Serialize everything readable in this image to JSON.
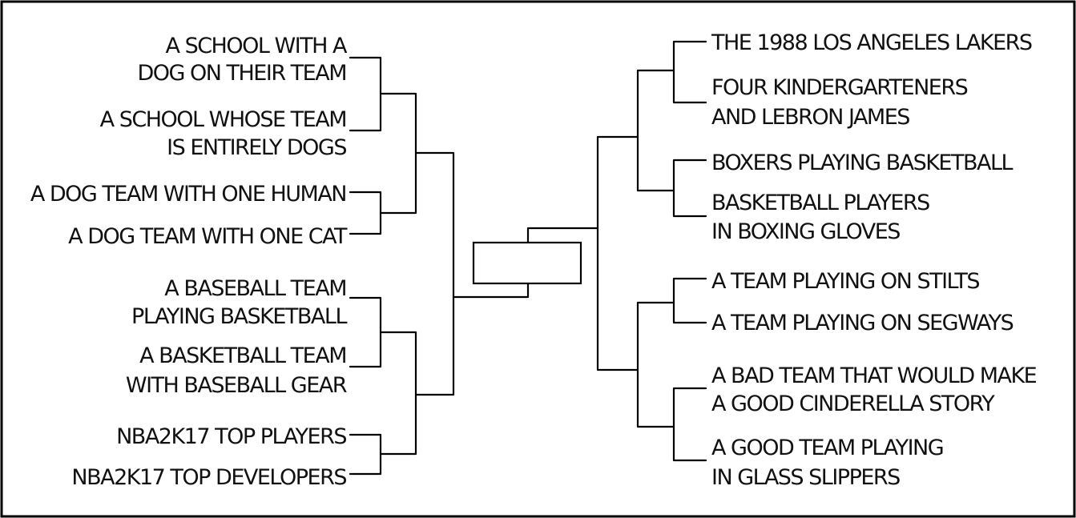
{
  "colors": {
    "ink": "#000000",
    "background": "#ffffff"
  },
  "bracket": {
    "left": [
      {
        "lines": [
          "A SCHOOL WITH A",
          "DOG ON THEIR TEAM"
        ]
      },
      {
        "lines": [
          "A SCHOOL WHOSE TEAM",
          "IS ENTIRELY DOGS"
        ]
      },
      {
        "lines": [
          "A DOG TEAM WITH ONE HUMAN"
        ]
      },
      {
        "lines": [
          "A DOG TEAM WITH ONE CAT"
        ]
      },
      {
        "lines": [
          "A BASEBALL TEAM",
          "PLAYING BASKETBALL"
        ]
      },
      {
        "lines": [
          "A BASKETBALL  TEAM",
          "WITH BASEBALL GEAR"
        ]
      },
      {
        "lines": [
          "NBA2K17 TOP PLAYERS"
        ]
      },
      {
        "lines": [
          "NBA2K17 TOP DEVELOPERS"
        ]
      }
    ],
    "right": [
      {
        "lines": [
          "THE 1988 LOS ANGELES LAKERS"
        ]
      },
      {
        "lines": [
          "FOUR KINDERGARTENERS",
          "AND LEBRON JAMES"
        ]
      },
      {
        "lines": [
          "BOXERS PLAYING BASKETBALL"
        ]
      },
      {
        "lines": [
          "BASKETBALL PLAYERS",
          "IN BOXING GLOVES"
        ]
      },
      {
        "lines": [
          "A TEAM  PLAYING ON STILTS"
        ]
      },
      {
        "lines": [
          "A TEAM PLAYING ON SEGWAYS"
        ]
      },
      {
        "lines": [
          "A BAD TEAM THAT WOULD MAKE",
          "A GOOD CINDERELLA STORY"
        ]
      },
      {
        "lines": [
          "A GOOD TEAM PLAYING",
          "IN GLASS SLIPPERS"
        ]
      }
    ],
    "champion": ""
  }
}
